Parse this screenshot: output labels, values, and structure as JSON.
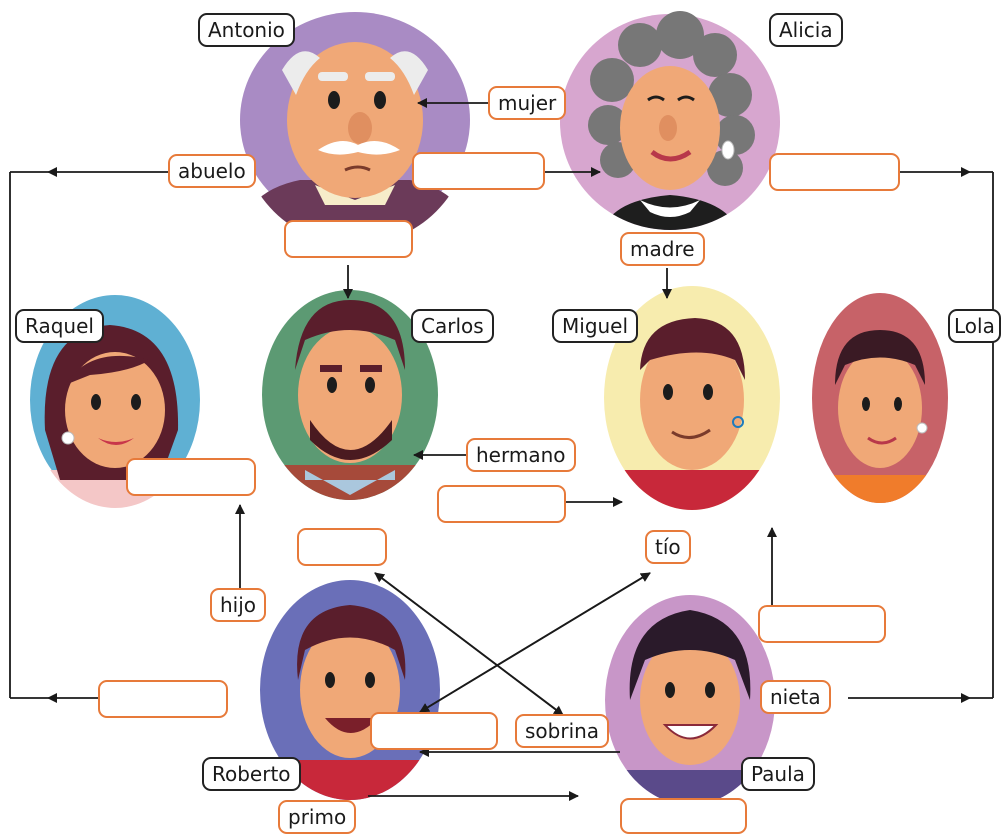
{
  "people": {
    "antonio": "Antonio",
    "alicia": "Alicia",
    "raquel": "Raquel",
    "carlos": "Carlos",
    "miguel": "Miguel",
    "lola": "Lola",
    "roberto": "Roberto",
    "paula": "Paula"
  },
  "relations": {
    "mujer": "mujer",
    "abuelo": "abuelo",
    "madre": "madre",
    "hermano": "hermano",
    "hijo": "hijo",
    "tio": "tío",
    "nieta": "nieta",
    "sobrina": "sobrina",
    "primo": "primo"
  },
  "colors": {
    "label_border": "#e77a3a",
    "name_border": "#222222",
    "arrow": "#1a1a1a",
    "antonio_bg": "#a98bc4",
    "alicia_bg": "#d7a6cf",
    "raquel_bg": "#5fb0d3",
    "carlos_bg": "#5c9a73",
    "miguel_bg": "#f7ecae",
    "lola_bg": "#c76268",
    "roberto_bg": "#6a6fb8",
    "paula_bg": "#c896c8",
    "skin": "#f0a877",
    "hair_dark": "#5a1e2c"
  }
}
